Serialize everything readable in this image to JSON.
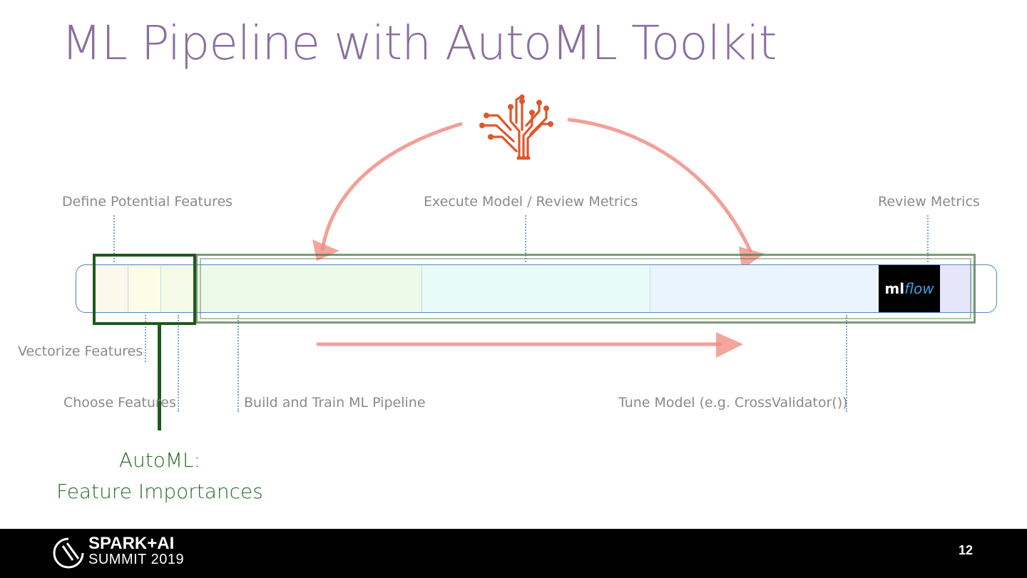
{
  "slide": {
    "title": "ML Pipeline with AutoML Toolkit",
    "page_number": "12"
  },
  "labels": {
    "define_features": "Define Potential Features",
    "execute_review": "Execute Model / Review Metrics",
    "review_metrics": "Review Metrics",
    "vectorize_features": "Vectorize Features",
    "choose_features": "Choose Features",
    "build_train": "Build and Train ML Pipeline",
    "tune_model": "Tune Model (e.g. CrossValidator())"
  },
  "automl": {
    "line1": "AutoML:",
    "line2": "Feature Importances"
  },
  "mlflow_logo": {
    "part1": "ml",
    "part2": "flow"
  },
  "footer": {
    "logo_line1": "SPARK+AI",
    "logo_line2": "SUMMIT 2019"
  },
  "colors": {
    "title": "#8b6ea0",
    "arrow": "#f08f86",
    "brain": "#e0562c",
    "automl_green": "#1f5a1f"
  },
  "icons": [
    "brain-circuit-icon",
    "spark-ai-summit-logo-icon"
  ]
}
